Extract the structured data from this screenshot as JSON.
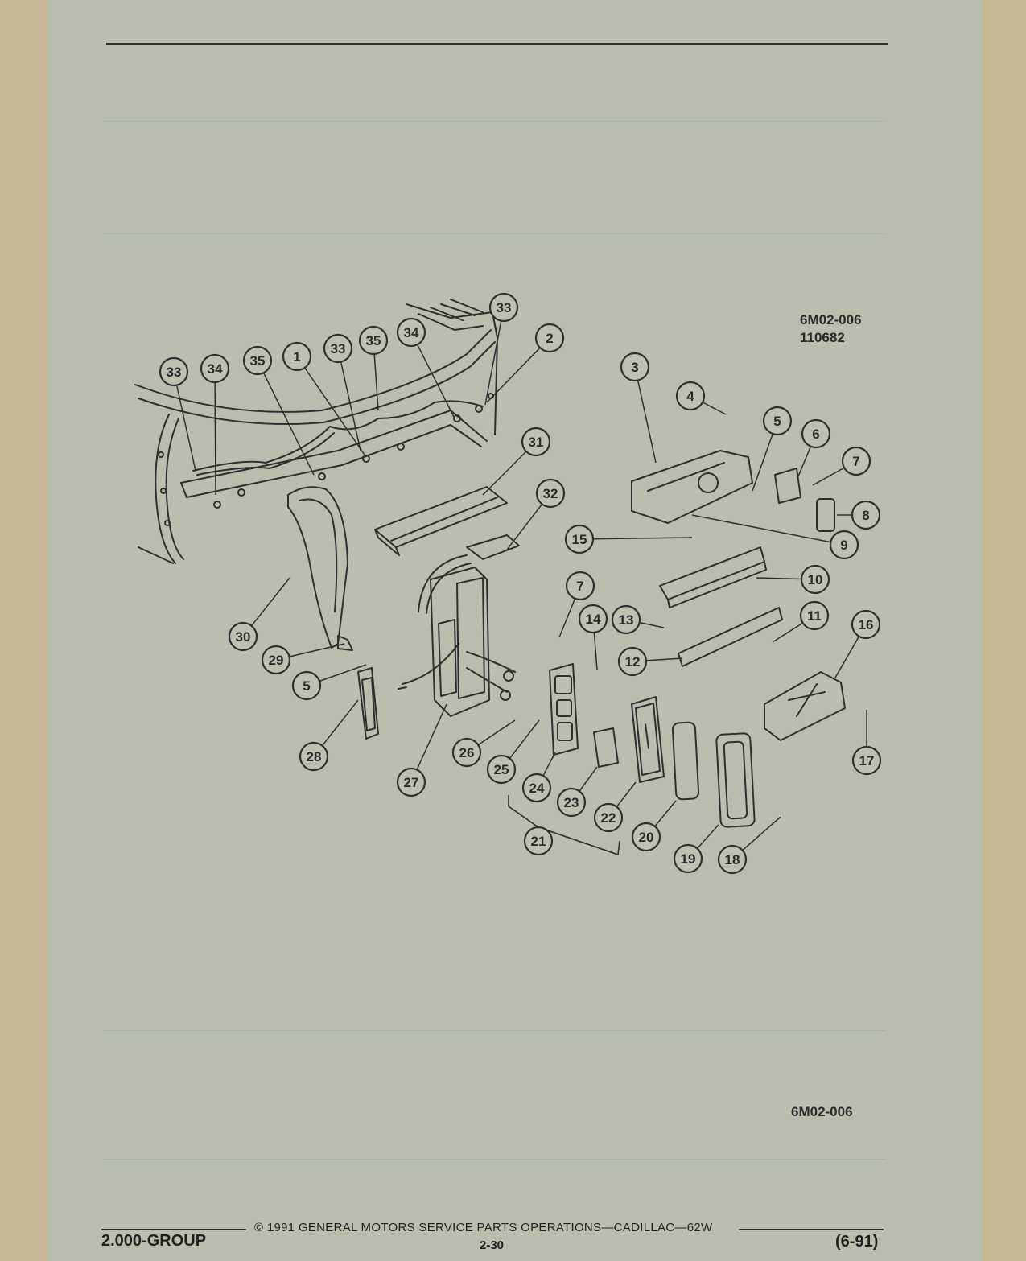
{
  "drawing": {
    "id_top": "6M02-006",
    "number": "110682",
    "id_bottom": "6M02-006"
  },
  "callouts": [
    {
      "label": "33"
    },
    {
      "label": "34"
    },
    {
      "label": "35"
    },
    {
      "label": "1"
    },
    {
      "label": "33"
    },
    {
      "label": "35"
    },
    {
      "label": "34"
    },
    {
      "label": "33"
    },
    {
      "label": "2"
    },
    {
      "label": "3"
    },
    {
      "label": "4"
    },
    {
      "label": "5"
    },
    {
      "label": "6"
    },
    {
      "label": "7"
    },
    {
      "label": "8"
    },
    {
      "label": "9"
    },
    {
      "label": "15"
    },
    {
      "label": "10"
    },
    {
      "label": "31"
    },
    {
      "label": "32"
    },
    {
      "label": "7"
    },
    {
      "label": "14"
    },
    {
      "label": "13"
    },
    {
      "label": "11"
    },
    {
      "label": "16"
    },
    {
      "label": "12"
    },
    {
      "label": "30"
    },
    {
      "label": "29"
    },
    {
      "label": "5"
    },
    {
      "label": "28"
    },
    {
      "label": "27"
    },
    {
      "label": "26"
    },
    {
      "label": "25"
    },
    {
      "label": "24"
    },
    {
      "label": "23"
    },
    {
      "label": "22"
    },
    {
      "label": "21"
    },
    {
      "label": "20"
    },
    {
      "label": "19"
    },
    {
      "label": "18"
    },
    {
      "label": "17"
    }
  ],
  "footer": {
    "group": "2.000-GROUP",
    "copyright": "© 1991 GENERAL MOTORS SERVICE PARTS OPERATIONS—CADILLAC—62W",
    "page": "2-30",
    "date": "(6-91)"
  }
}
